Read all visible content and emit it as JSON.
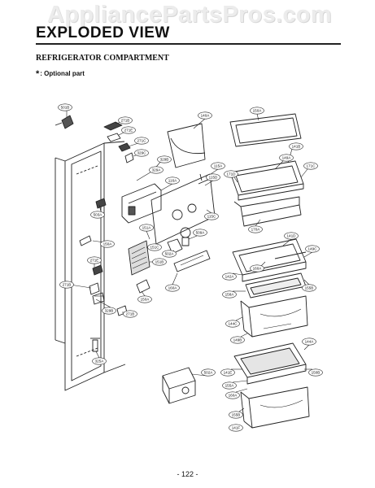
{
  "watermark": "AppliancePartsPros.com",
  "page_title": "EXPLODED VIEW",
  "section_title": "REFRIGERATOR COMPARTMENT",
  "legend": {
    "star": "*",
    "text": ": Optional part"
  },
  "page_number": "- 122 -",
  "callouts": [
    {
      "id": "c01",
      "label": "501B"
    },
    {
      "id": "c02",
      "label": "271B"
    },
    {
      "id": "c03",
      "label": "271E"
    },
    {
      "id": "c04",
      "label": "271C"
    },
    {
      "id": "c05",
      "label": "329C"
    },
    {
      "id": "c06",
      "label": "329B"
    },
    {
      "id": "c07",
      "label": "329A"
    },
    {
      "id": "c08",
      "label": "140A"
    },
    {
      "id": "c09",
      "label": "150A"
    },
    {
      "id": "c10",
      "label": "141B"
    },
    {
      "id": "c11",
      "label": "149A"
    },
    {
      "id": "c12",
      "label": "171C"
    },
    {
      "id": "c13",
      "label": "171D"
    },
    {
      "id": "c14",
      "label": "115A"
    },
    {
      "id": "c15",
      "label": "115D"
    },
    {
      "id": "c16",
      "label": "116A"
    },
    {
      "id": "c17",
      "label": "115C"
    },
    {
      "id": "c18",
      "label": "170A"
    },
    {
      "id": "c19",
      "label": "141D"
    },
    {
      "id": "c20",
      "label": "503A"
    },
    {
      "id": "c21",
      "label": "150A"
    },
    {
      "id": "c22",
      "label": "151A"
    },
    {
      "id": "c23",
      "label": "151C"
    },
    {
      "id": "c24",
      "label": "151B"
    },
    {
      "id": "c25",
      "label": "509A"
    },
    {
      "id": "c26",
      "label": "502A"
    },
    {
      "id": "c27",
      "label": "160A"
    },
    {
      "id": "c28",
      "label": "149C"
    },
    {
      "id": "c29",
      "label": "142A"
    },
    {
      "id": "c30",
      "label": "150A"
    },
    {
      "id": "c31",
      "label": "271B"
    },
    {
      "id": "c32",
      "label": "158A"
    },
    {
      "id": "c33",
      "label": "271E"
    },
    {
      "id": "c34",
      "label": "160A"
    },
    {
      "id": "c35",
      "label": "329B"
    },
    {
      "id": "c36",
      "label": "271B"
    },
    {
      "id": "c37",
      "label": "155B"
    },
    {
      "id": "c38",
      "label": "144C"
    },
    {
      "id": "c39",
      "label": "149B"
    },
    {
      "id": "c40",
      "label": "144A"
    },
    {
      "id": "c41",
      "label": "141E"
    },
    {
      "id": "c42",
      "label": "502A"
    },
    {
      "id": "c43",
      "label": "155A"
    },
    {
      "id": "c44",
      "label": "325A"
    },
    {
      "id": "c45",
      "label": "160A"
    },
    {
      "id": "c46",
      "label": "155B"
    },
    {
      "id": "c47",
      "label": "150B"
    },
    {
      "id": "c48",
      "label": "141F"
    }
  ]
}
